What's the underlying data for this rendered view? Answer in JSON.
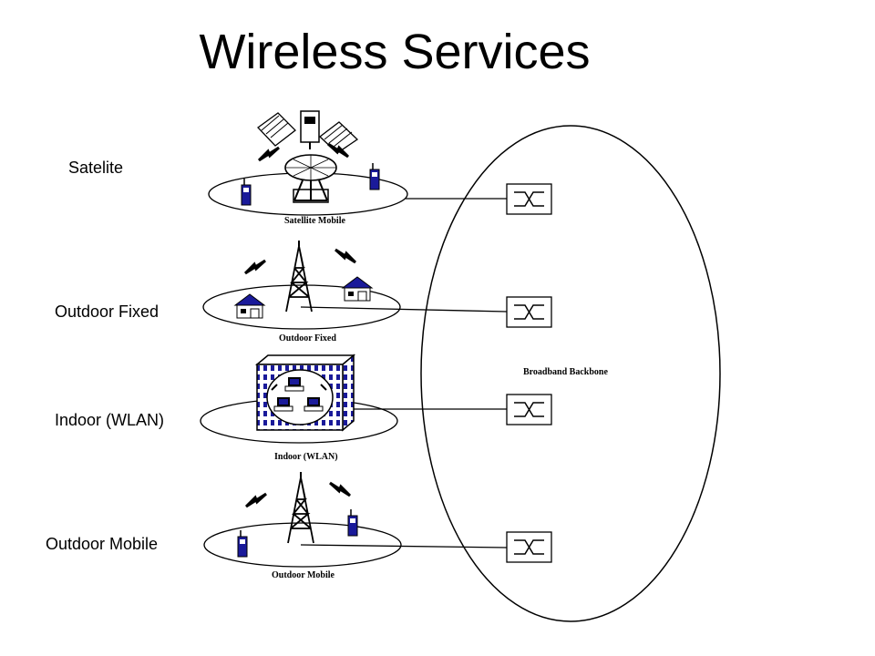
{
  "title": "Wireless Services",
  "labels": {
    "satellite": "Satelite",
    "outdoor_fixed": "Outdoor Fixed",
    "indoor": "Indoor (WLAN)",
    "outdoor_mobile": "Outdoor Mobile"
  },
  "captions": {
    "satellite": "Satellite Mobile",
    "outdoor_fixed": "Outdoor Fixed",
    "indoor": "Indoor (WLAN)",
    "outdoor_mobile": "Outdoor Mobile",
    "backbone": "Broadband Backbone"
  },
  "colors": {
    "device_blue": "#1a1a9a",
    "line": "#000000"
  },
  "icons": [
    "satellite-icon",
    "dish-icon",
    "tower-icon",
    "house-icon",
    "phone-icon",
    "building-icon",
    "laptop-icon",
    "switch-icon",
    "signal-icon"
  ]
}
